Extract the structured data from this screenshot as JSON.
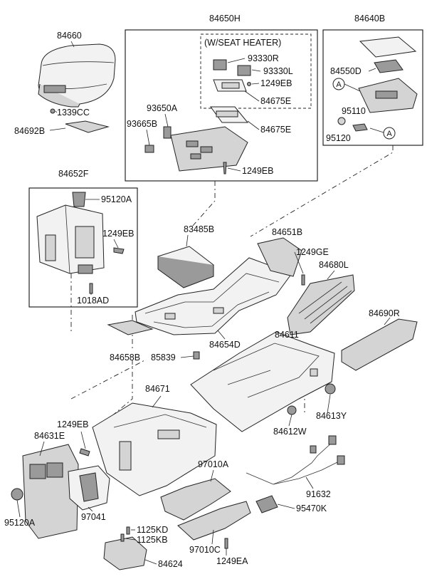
{
  "frames": {
    "center_note": "(W/SEAT HEATER)",
    "ref_a": "A"
  },
  "labels": {
    "p84660": "84660",
    "p1339CC": "1339CC",
    "p84692B": "84692B",
    "p84650H": "84650H",
    "p93330R": "93330R",
    "p93330L": "93330L",
    "p1249EB_a": "1249EB",
    "p84675E_a": "84675E",
    "p93650A": "93650A",
    "p93665B": "93665B",
    "p84675E_b": "84675E",
    "p1249EB_b": "1249EB",
    "p84640B": "84640B",
    "p84550D": "84550D",
    "p95110": "95110",
    "p95120": "95120",
    "p84652F": "84652F",
    "p95120A_a": "95120A",
    "p1249EB_c": "1249EB",
    "p1018AD": "1018AD",
    "p83485B": "83485B",
    "p84651B": "84651B",
    "p1249GE": "1249GE",
    "p84680L": "84680L",
    "p84690R": "84690R",
    "p84611": "84611",
    "p84654D": "84654D",
    "p84658B": "84658B",
    "p85839": "85839",
    "p84671": "84671",
    "p84613Y": "84613Y",
    "p84612W": "84612W",
    "p1249EB_d": "1249EB",
    "p84631E": "84631E",
    "p97010A": "97010A",
    "p91632": "91632",
    "p95470K": "95470K",
    "p95120A_b": "95120A",
    "p97041": "97041",
    "p1125KD": "1125KD",
    "p1125KB": "1125KB",
    "p97010C": "97010C",
    "p1249EA": "1249EA",
    "p84624": "84624"
  }
}
